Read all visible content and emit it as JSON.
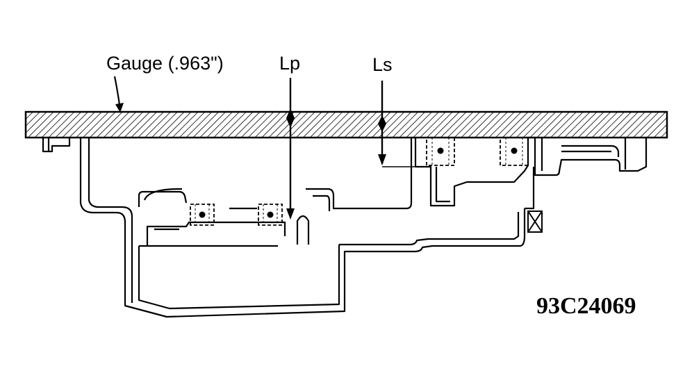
{
  "labels": {
    "gauge": "Gauge (.963\")",
    "lp": "Lp",
    "ls": "Ls"
  },
  "figure_id": "93C24069",
  "colors": {
    "ink": "#000000",
    "paper": "#ffffff"
  }
}
